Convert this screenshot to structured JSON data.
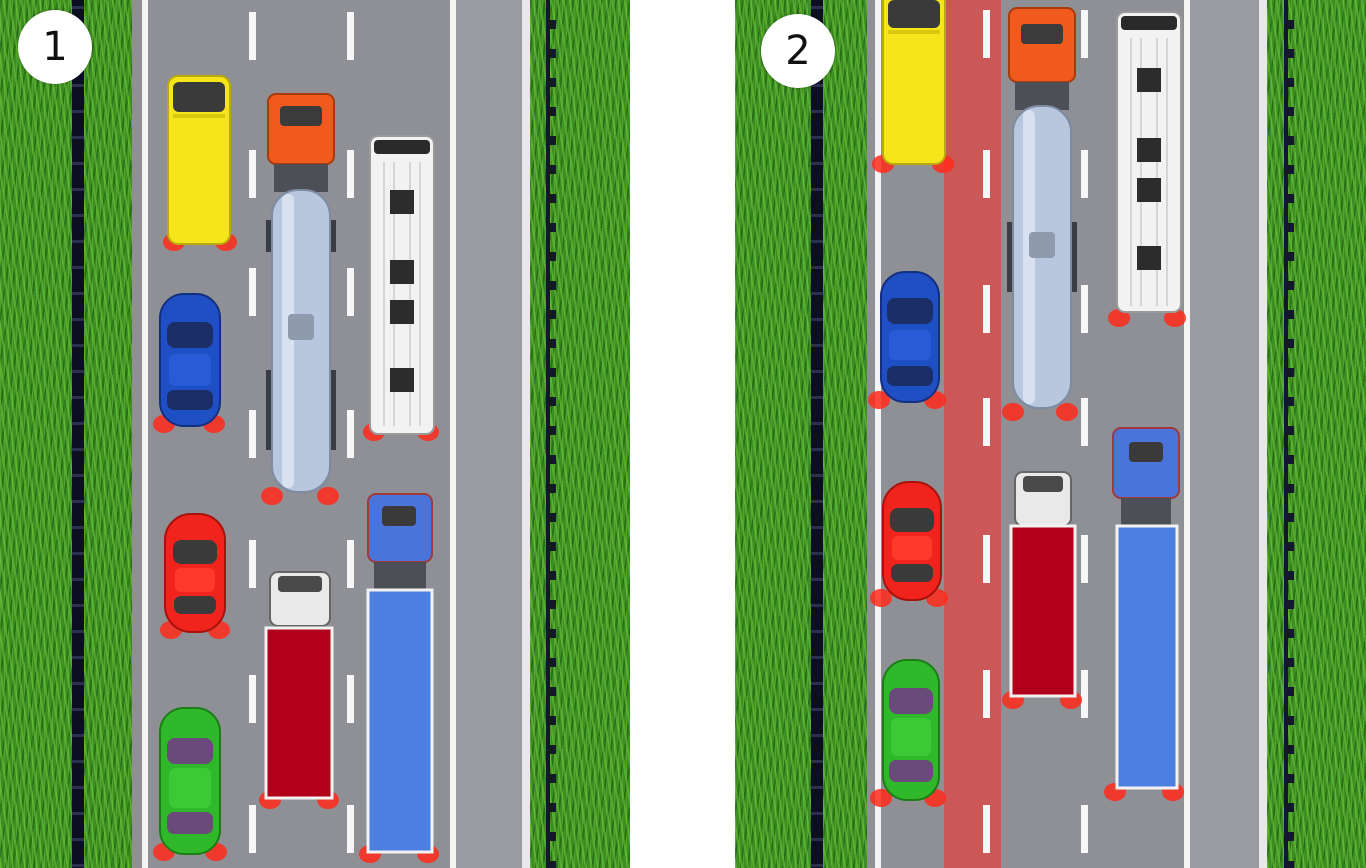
{
  "panels": [
    {
      "label": "1",
      "has_bus_lane": false,
      "vehicles": [
        "yellow-van",
        "blue-car",
        "red-car",
        "green-car",
        "tanker-truck",
        "red-box-truck",
        "white-bus",
        "blue-semi-truck"
      ]
    },
    {
      "label": "2",
      "has_bus_lane": true,
      "vehicles": [
        "yellow-van",
        "blue-car",
        "red-car",
        "green-car",
        "tanker-truck",
        "red-box-truck",
        "white-bus",
        "blue-semi-truck"
      ]
    }
  ],
  "colors": {
    "grass": "#3d8f22",
    "asphalt": "#8f9096",
    "lane_line": "#f4f4f4",
    "bus_lane": "#cc5757",
    "brake_light": "#ff2a1a",
    "yellow_van": "#f5e61c",
    "blue_car": "#1f4fc4",
    "red_car": "#f0241c",
    "green_car": "#2fb82a",
    "tanker_cab": "#f05a1c",
    "tanker_tank": "#b9c7de",
    "box_truck_cargo": "#b3001a",
    "bus_body": "#f2f2f2",
    "semi_cab": "#4a74d9",
    "semi_trailer": "#4b80e0"
  }
}
